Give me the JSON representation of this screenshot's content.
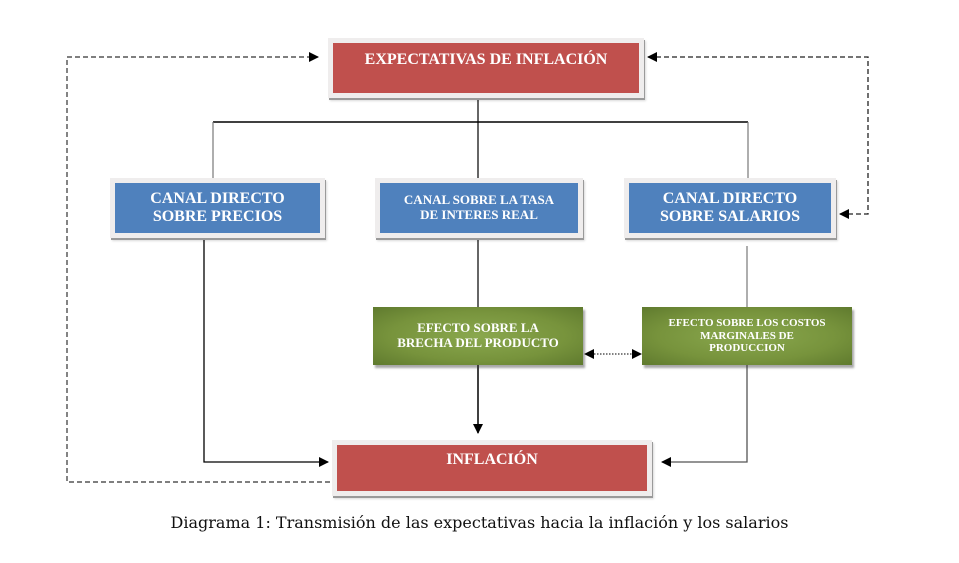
{
  "diagram": {
    "nodes": {
      "expectativas": {
        "label": "EXPECTATIVAS DE INFLACIÓN",
        "color": "#c0504d"
      },
      "canal_precios": {
        "line1": "CANAL DIRECTO",
        "line2": "SOBRE PRECIOS",
        "color": "#4f81bd"
      },
      "canal_tasa": {
        "line1": "CANAL SOBRE LA TASA",
        "line2": "DE INTERES REAL",
        "color": "#4f81bd"
      },
      "canal_salarios": {
        "line1": "CANAL DIRECTO",
        "line2": "SOBRE SALARIOS",
        "color": "#4f81bd"
      },
      "efecto_brecha": {
        "line1": "EFECTO SOBRE LA",
        "line2": "BRECHA DEL PRODUCTO",
        "color": "#77933c"
      },
      "efecto_costos": {
        "line1": "EFECTO SOBRE LOS COSTOS",
        "line2": "MARGINALES DE",
        "line3": "PRODUCCION",
        "color": "#77933c"
      },
      "inflacion": {
        "label": "INFLACIÓN",
        "color": "#c0504d"
      }
    },
    "edges": [
      {
        "from": "expectativas",
        "to": "canal_precios",
        "style": "solid",
        "arrow": false
      },
      {
        "from": "expectativas",
        "to": "canal_tasa",
        "style": "solid",
        "arrow": false
      },
      {
        "from": "expectativas",
        "to": "canal_salarios",
        "style": "solid",
        "arrow": false
      },
      {
        "from": "canal_precios",
        "to": "inflacion",
        "style": "solid",
        "arrow": true
      },
      {
        "from": "canal_tasa",
        "to": "efecto_brecha",
        "style": "solid",
        "arrow": false
      },
      {
        "from": "efecto_brecha",
        "to": "inflacion",
        "style": "solid",
        "arrow": true
      },
      {
        "from": "canal_salarios",
        "to": "efecto_costos",
        "style": "solid",
        "arrow": false
      },
      {
        "from": "efecto_costos",
        "to": "inflacion",
        "style": "solid",
        "arrow": true
      },
      {
        "from": "efecto_brecha",
        "to": "efecto_costos",
        "style": "dotted",
        "arrow": "both"
      },
      {
        "from": "inflacion",
        "to": "expectativas",
        "style": "dashed",
        "arrow": true
      },
      {
        "from": "canal_salarios",
        "to": "expectativas",
        "style": "dashed",
        "arrow": "both"
      }
    ]
  },
  "caption": "Diagrama 1: Transmisión de las expectativas hacia la inflación y los salarios"
}
